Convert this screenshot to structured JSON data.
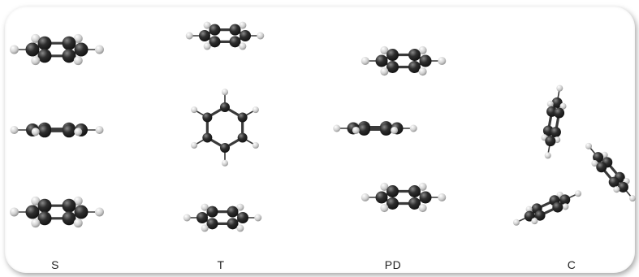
{
  "labels": {
    "s": "S",
    "t": "T",
    "pd": "PD",
    "c": "C"
  },
  "colors": {
    "carbon": "#2a2a2a",
    "hydrogen": "#d8d8d8",
    "bond": "#3a3a3a"
  }
}
